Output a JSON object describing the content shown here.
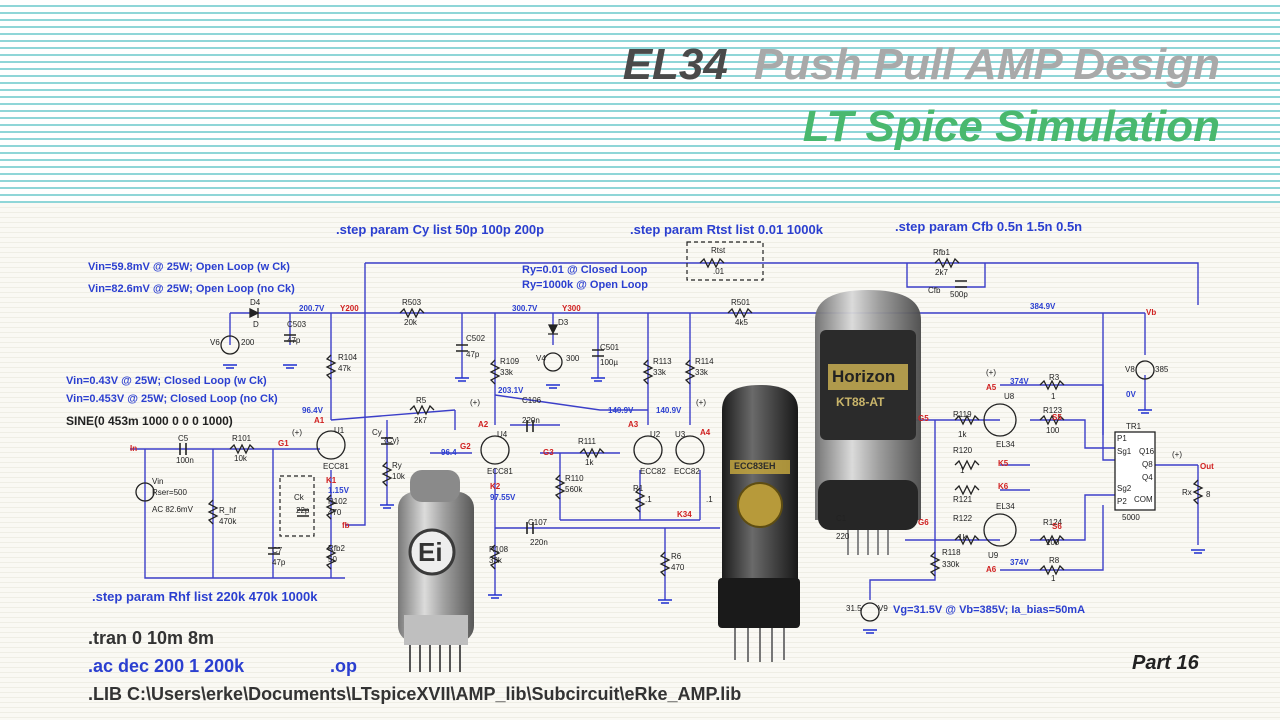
{
  "title": {
    "tube": "EL34",
    "subtitle": "Push Pull AMP Design",
    "sim": "LT Spice Simulation"
  },
  "part": "Part 16",
  "directives": {
    "step_cy": ".step param Cy list 50p 100p 200p",
    "step_rtst": ".step param Rtst list 0.01 1000k",
    "step_cfb": ".step param Cfb 0.5n 1.5n 0.5n",
    "step_rhf": ".step param Rhf list 220k 470k 1000k",
    "tran": ".tran 0 10m 8m",
    "ac": ".ac dec 200 1 200k",
    "op": ".op",
    "lib": ".LIB C:\\Users\\erke\\Documents\\LTspiceXVII\\AMP_lib\\Subcircuit\\eRke_AMP.lib"
  },
  "notes": {
    "vin1": "Vin=59.8mV @ 25W; Open Loop (w Ck)",
    "vin2": "Vin=82.6mV @ 25W; Open Loop (no Ck)",
    "vin3": "Vin=0.43V @ 25W; Closed Loop (w Ck)",
    "vin4": "Vin=0.453V @ 25W; Closed Loop (no Ck)",
    "sine": "SINE(0 453m 1000 0 0 0 1000)",
    "ry1": "Ry=0.01 @ Closed Loop",
    "ry2": "Ry=1000k @ Open Loop",
    "vg": "Vg=31.5V @ Vb=385V; Ia_bias=50mA"
  },
  "labels": {
    "rtst": "Rtst",
    "rtst_val": ".01",
    "rfb1": "Rfb1",
    "rfb1_val": "2k7",
    "cfb": "Cfb",
    "cfb_val": "500p",
    "d4": "D4",
    "d": "D",
    "v6": "V6",
    "v6_val": "200",
    "c503": "C503",
    "c503_val": "47p",
    "v200a": "200.7V",
    "y200": "Y200",
    "r503": "R503",
    "r503_val": "20k",
    "c502": "C502",
    "c502_val": "47p",
    "v300a": "300.7V",
    "y300": "Y300",
    "d3": "D3",
    "v4": "V4",
    "v4_val": "300",
    "c501": "C501",
    "c501_val": "100µ",
    "r501": "R501",
    "r501_val": "4k5",
    "v384": "384.9V",
    "vb": "Vb",
    "v8": "V8",
    "v8_val": "385",
    "zero": "0V",
    "r104": "R104",
    "r104_val": "47k",
    "r109": "R109",
    "r109_val": "33k",
    "r113": "R113",
    "r113_val": "33k",
    "r114": "R114",
    "r114_val": "33k",
    "v96a": "96.4V",
    "a1": "A1",
    "plus": "(+)",
    "r5": "R5",
    "r5_val": "2k7",
    "v203": "203.1V",
    "c106": "C106",
    "c106_val": "220n",
    "v140a": "140.9V",
    "v140b": "140.9V",
    "a3": "A3",
    "a4": "A4",
    "a2": "A2",
    "in": "In",
    "c5": "C5",
    "c5_val": "100n",
    "r101": "R101",
    "r101_val": "10k",
    "g1": "G1",
    "u1": "U1",
    "ecc81": "ECC81",
    "k1": "K1",
    "v115": "1.15V",
    "r102": "R102",
    "r102_val": "470",
    "fb": "fb",
    "rfb2": "Rfb2",
    "rfb2_val": "50",
    "cy": "Cy",
    "cy_val": "{Cy}",
    "ry": "Ry",
    "ry_val": "10k",
    "v96b": "96.4",
    "g2": "G2",
    "u4": "U4",
    "ecc81b": "ECC81",
    "k2": "K2",
    "v97": "97.55V",
    "g3": "G3",
    "r111": "R111",
    "r111_val": "1k",
    "r110": "R110",
    "r110_val": "560k",
    "u2": "U2",
    "u3": "U3",
    "ecc82": "ECC82",
    "ecc82b": "ECC82",
    "r1": "R1",
    "r1_val": ".1",
    "r2_val": ".1",
    "k34": "K34",
    "c107": "C107",
    "c107_val": "220n",
    "r108": "R108",
    "r108_val": "33k",
    "r6": "R6",
    "r6_val": "470",
    "vin": "Vin",
    "rser": "Rser=500",
    "acv": "AC 82.6mV",
    "rhf": "R_hf",
    "rhf_val": "470k",
    "ck": "Ck",
    "ck_val": "22p",
    "c7": "C7",
    "c7_val": "47p",
    "c1": "C1",
    "c1_val": "220",
    "g5": "G5",
    "r119": "R119",
    "r119_val": "1k",
    "r120": "R120",
    "r120_val": "1",
    "r121": "R121",
    "k5": "K5",
    "k6": "K6",
    "g6": "G6",
    "r122": "R122",
    "r122_val": "1k",
    "r118": "R118",
    "r118_val": "330k",
    "v9": "V9",
    "v9_val": "31.5",
    "a5": "A5",
    "a6": "A6",
    "v374a": "374V",
    "v374b": "374V",
    "u8": "U8",
    "u9": "U9",
    "el34": "EL34",
    "el34b": "EL34",
    "r3": "R3",
    "r3_val": "1",
    "r123": "R123",
    "r123_val": "100",
    "r124": "R124",
    "r124_val": "100",
    "r8": "R8",
    "r8_val": "1",
    "s5": "S5",
    "s6": "S6",
    "tr1": "TR1",
    "p1": "P1",
    "p2": "P2",
    "sg1": "Sg1",
    "sg2": "Sg2",
    "q16": "Q16",
    "q8": "Q8",
    "q4": "Q4",
    "com": "COM",
    "tr_val": "5000",
    "out": "Out",
    "rx": "Rx",
    "rx_val": "8",
    "plus_out": "(+)",
    "plus_u4": "(+)",
    "plus_u3": "(+)",
    "plus_u8": "(+)",
    "ei_logo": "Ei",
    "horizon": "Horizon",
    "kt88": "KT88-AT",
    "ecc_brand": "ECC83EH"
  },
  "colors": {
    "wire": "#3c3fc9",
    "label_blue": "#2b3fd0",
    "ground": "#1e2fd0",
    "title_green": "#49b86e"
  }
}
